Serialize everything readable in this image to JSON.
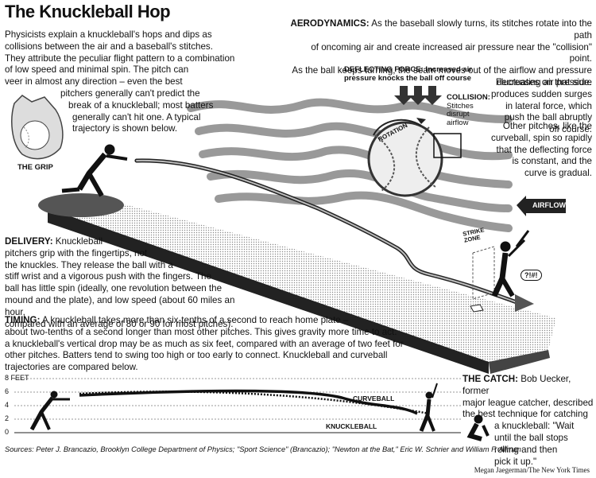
{
  "title": "The Knuckleball Hop",
  "intro": [
    "Physicists explain a knuckleball's hops and dips as",
    "collisions between the air and a baseball's stitches.",
    "They attribute the peculiar flight pattern to a combination",
    "of low speed and minimal spin. The pitch can",
    "veer in almost any direction – even the best",
    "pitchers generally can't predict the",
    "break of a knuckleball; most batters",
    "generally can't hit one. A typical",
    "trajectory is shown below."
  ],
  "grip_label": "THE GRIP",
  "aerodynamics": {
    "heading": "AERODYNAMICS:",
    "lines": [
      "As the baseball slowly turns, its stitches rotate into the path",
      "of oncoming air and create increased air pressure near the \"collision\" point.",
      "As the ball keeps turning, the seam moves out of the airflow and pressure",
      "decreases on that side."
    ]
  },
  "fluctuating": [
    "Fluctuating air pressure",
    "produces sudden surges",
    "in lateral force, which",
    "push the ball abruptly",
    "off course."
  ],
  "other_pitches": [
    "Other pitches, like the",
    "curveball, spin so rapidly",
    "that the deflecting force",
    "is constant, and the",
    "curve is gradual."
  ],
  "deflecting": [
    "DEFLECTING FORCE: Increased air",
    "pressure knocks the ball off course"
  ],
  "collision": [
    "COLLISION:",
    "Stitches",
    "disrupt",
    "airflow"
  ],
  "rotation": "ROTATION",
  "airflow": "AIRFLOW",
  "strike_zone": [
    "STRIKE",
    "ZONE"
  ],
  "batter_exclaim": "?!#!",
  "delivery": {
    "heading": "DELIVERY:",
    "lines": [
      "Knuckleball",
      "pitchers grip with the fingertips, not",
      "the knuckles. They release the ball with a",
      "stiff wrist and a vigorous push with the fingers. The",
      "ball has little spin (ideally, one revolution between the",
      "mound and the plate), and low speed (about 60 miles an hour,",
      "compared with an average of 80 or 90 for most pitches)."
    ]
  },
  "timing": {
    "heading": "TIMING:",
    "lines": [
      "A knuckleball takes more than six-tenths of a second to reach home plate –",
      "about two-tenths of a second longer than most other pitches. This gives gravity more time to act:",
      "a knuckleball's vertical drop may be as much as six feet, compared with an average of two feet for",
      "other pitches. Batters tend to swing too high or too early to connect. Knuckleball and curveball",
      "trajectories are compared below."
    ]
  },
  "scale": {
    "ticks": [
      "8 FEET",
      "6",
      "4",
      "2",
      "0"
    ]
  },
  "curveball_label": "CURVEBALL",
  "knuckleball_label": "KNUCKLEBALL",
  "catch": {
    "heading": "THE CATCH:",
    "lines": [
      "Bob Uecker, former",
      "major league catcher, described",
      "the best technique for catching",
      "a knuckleball: \"Wait",
      "until the ball stops",
      "rolling and then",
      "pick it up.\""
    ]
  },
  "sources": "Sources: Peter J. Brancazio, Brooklyn College Department of Physics; \"Sport Science\" (Brancazio); \"Newton at the Bat,\" Eric W. Schrier and William F. Allman",
  "credit": "Megan Jaegerman/The New York Times"
}
